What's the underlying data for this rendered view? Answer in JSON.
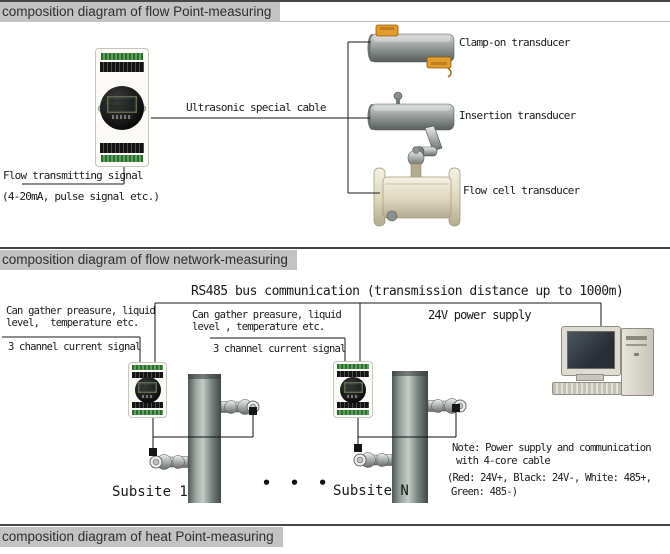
{
  "sections": {
    "point": {
      "title": "composition diagram of flow Point-measuring"
    },
    "network": {
      "title": "composition diagram of flow network-measuring"
    },
    "heat": {
      "title": "composition diagram of heat Point-measuring"
    }
  },
  "point_measuring": {
    "cable_label": "Ultrasonic special cable",
    "clamp_on_label": "Clamp-on transducer",
    "insertion_label": "Insertion transducer",
    "flow_cell_label": "Flow cell transducer",
    "signal_label": "Flow transmitting signal",
    "signal_note": "(4-20mA, pulse signal etc.)"
  },
  "network_measuring": {
    "bus_label": "RS485 bus communication (transmission distance up to 1000m)",
    "power_label": "24V power supply",
    "gather_left_line1": "Can gather preasure, liquid",
    "gather_left_line2": "level,  temperature etc.",
    "gather_mid_line1": "Can gather preasure, liquid",
    "gather_mid_line2": "level , temperature etc.",
    "channel_left_label": "3 channel current signal",
    "channel_mid_label": "3 channel current signal",
    "subsite_first_label": "Subsite 1",
    "subsite_last_label": "Subsite N",
    "ellipsis": "• • •",
    "note_line1": "Note: Power supply and communication",
    "note_line2": "with 4-core cable",
    "note_line3": "(Red: 24V+, Black: 24V-, White: 485+,",
    "note_line4": "Green: 485-)"
  },
  "colors": {
    "header_bg": "#c3c3c3",
    "header_text": "#2e2e2e",
    "line": "#1a1a1a",
    "clamp_orange": "#e29b2d",
    "terminal_green": "#4a8f4a",
    "lcd_green": "#b3c2a0",
    "flow_cell_cream": "#ddd6bc",
    "pipe_gray": "#97a19c",
    "screen_dark": "#39414a"
  }
}
